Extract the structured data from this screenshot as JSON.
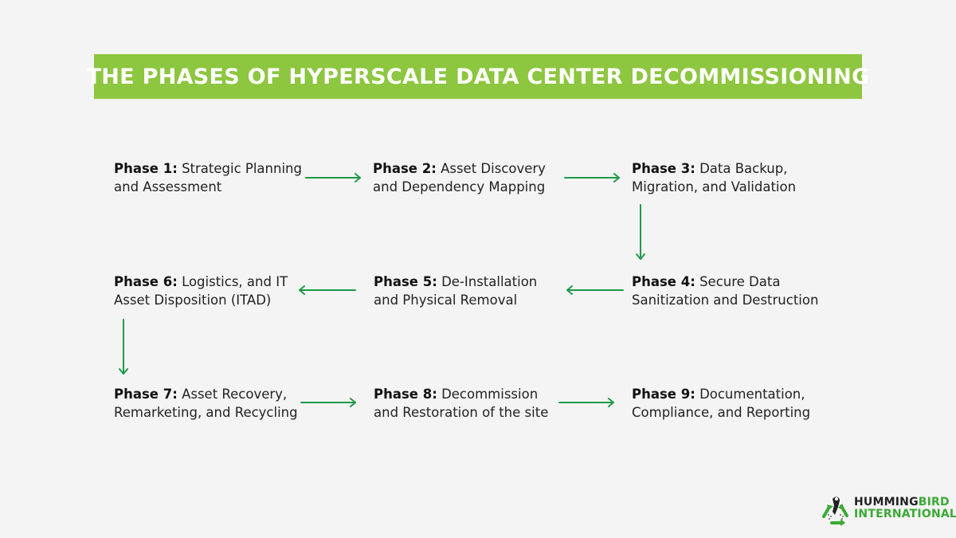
{
  "header": {
    "title": "THE PHASES OF HYPERSCALE DATA CENTER DECOMMISSIONING"
  },
  "phases": [
    {
      "label": "Phase 1:",
      "line1": "Strategic Planning",
      "line2": "and Assessment"
    },
    {
      "label": "Phase 2:",
      "line1": "Asset Discovery",
      "line2": "and Dependency Mapping"
    },
    {
      "label": "Phase 3:",
      "line1": "Data Backup,",
      "line2": "Migration, and Validation"
    },
    {
      "label": "Phase 4:",
      "line1": "Secure Data",
      "line2": "Sanitization and Destruction"
    },
    {
      "label": "Phase 5:",
      "line1": "De-Installation",
      "line2": "and Physical Removal"
    },
    {
      "label": "Phase 6:",
      "line1": "Logistics, and IT",
      "line2": "Asset Disposition (ITAD)"
    },
    {
      "label": "Phase 7:",
      "line1": "Asset Recovery,",
      "line2": "Remarketing, and Recycling"
    },
    {
      "label": "Phase 8:",
      "line1": "Decommission",
      "line2": "and Restoration of the site"
    },
    {
      "label": "Phase 9:",
      "line1": "Documentation,",
      "line2": "Compliance, and Reporting"
    }
  ],
  "logo": {
    "line1_a": "HUMMING",
    "line1_b": "BIRD",
    "line2": "INTERNATIONAL"
  },
  "colors": {
    "banner": "#8dc63f",
    "arrow": "#1e9a48",
    "brand_green": "#3aa935"
  }
}
